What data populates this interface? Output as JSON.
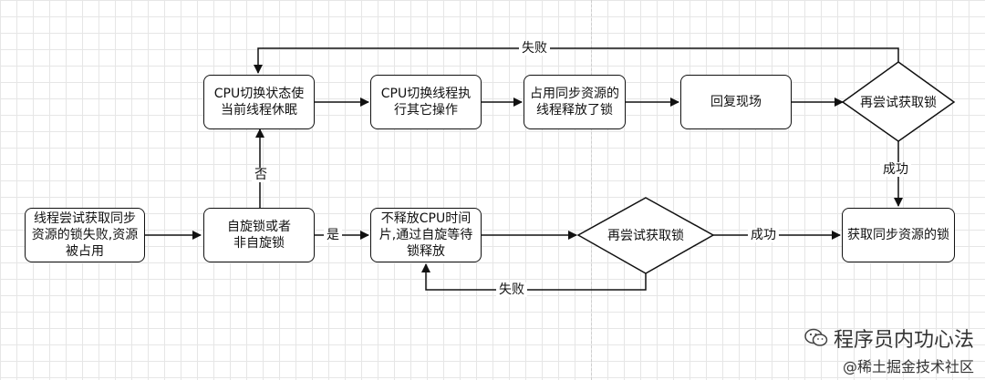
{
  "nodes": {
    "start": "线程尝试获取同步资源的锁失败,资源被占用",
    "spin_choice": "自旋锁或者非自旋锁",
    "cpu_switch_state": "CPU切换状态使当前线程休眠",
    "cpu_switch_thread": "CPU切换线程执行其它操作",
    "holder_release": "占用同步资源的线程释放了锁",
    "restore": "回复现场",
    "retry_top": "再尝试获取锁",
    "acquire": "获取同步资源的锁",
    "spin_wait": "不释放CPU时间片,通过自旋等待锁释放",
    "retry_bottom": "再尝试获取锁"
  },
  "edge_labels": {
    "fail_top": "失败",
    "no": "否",
    "yes": "是",
    "success_right": "成功",
    "success_bottom": "成功",
    "fail_bottom": "失败"
  },
  "watermark": {
    "brand": "程序员内功心法",
    "site": "@稀土掘金技术社区",
    "icon": "wechat-icon"
  }
}
